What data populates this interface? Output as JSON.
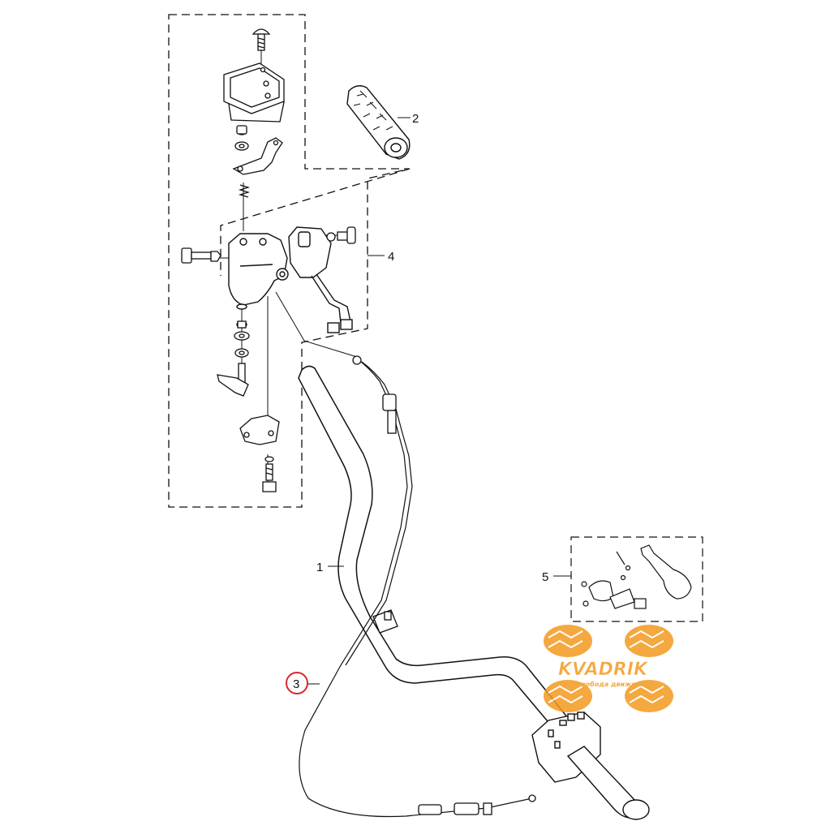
{
  "diagram": {
    "callouts": [
      {
        "id": "1",
        "label": "1"
      },
      {
        "id": "2",
        "label": "2"
      },
      {
        "id": "3",
        "label": "3",
        "highlighted": true
      },
      {
        "id": "4",
        "label": "4"
      },
      {
        "id": "5",
        "label": "5"
      }
    ],
    "highlight_color": "#d8262e",
    "line_color": "#111111",
    "groups": [
      "left-switch-assembly",
      "grip",
      "right-switch-assembly",
      "handlebar",
      "throttle-cable"
    ]
  },
  "watermark": {
    "brand": "KVADRIK",
    "tagline": "свобода движения",
    "color": "#f39a1e"
  }
}
